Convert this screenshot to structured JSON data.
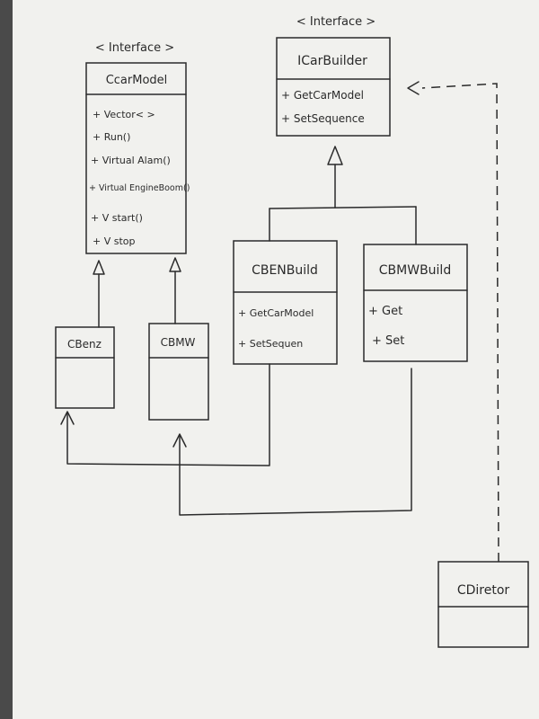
{
  "icarmodel": {
    "stereotype": "< Interface >",
    "name": "CcarModel",
    "members": [
      "+ Vector< >",
      "+ Run()",
      "+ Virtual Alam()",
      "+ Virtual EngineBoom()",
      "+ V start()",
      "+ V stop"
    ]
  },
  "icarbuilder": {
    "stereotype": "< Interface >",
    "name": "ICarBuilder",
    "members": [
      "+ GetCarModel",
      "+ SetSequence"
    ]
  },
  "cbenbuild": {
    "name": "CBENBuild",
    "members": [
      "+ GetCarModel",
      "+ SetSequen"
    ]
  },
  "cbmwbuild": {
    "name": "CBMWBuild",
    "members": [
      "+ Get",
      "+ Set"
    ]
  },
  "cbenz": {
    "name": "CBenz"
  },
  "cbmw": {
    "name": "CBMW"
  },
  "cdirector": {
    "name": "CDiretor"
  }
}
